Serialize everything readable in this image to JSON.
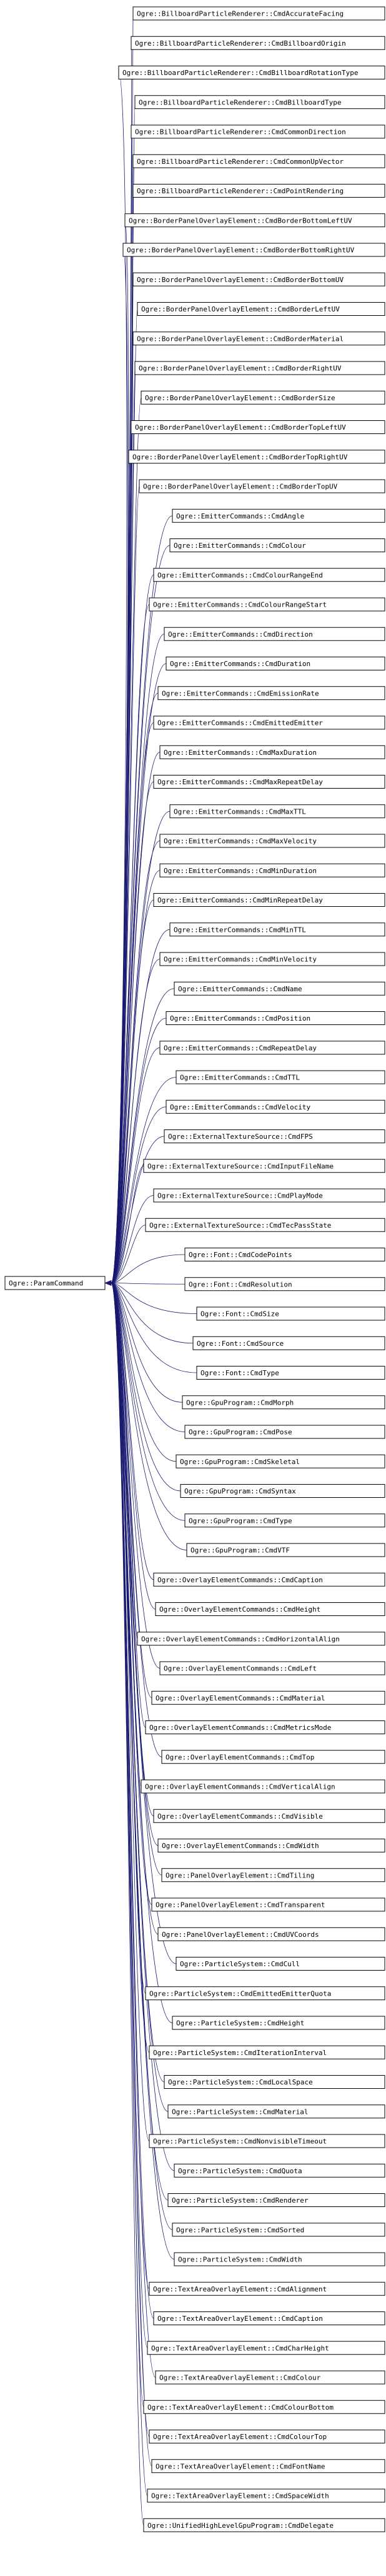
{
  "colors": {
    "edge": "#191970",
    "node_border": "#000000",
    "background": "#ffffff"
  },
  "root": {
    "label": "Ogre::ParamCommand"
  },
  "children": [
    "Ogre::BillboardParticleRenderer::CmdAccurateFacing",
    "Ogre::BillboardParticleRenderer::CmdBillboardOrigin",
    "Ogre::BillboardParticleRenderer::CmdBillboardRotationType",
    "Ogre::BillboardParticleRenderer::CmdBillboardType",
    "Ogre::BillboardParticleRenderer::CmdCommonDirection",
    "Ogre::BillboardParticleRenderer::CmdCommonUpVector",
    "Ogre::BillboardParticleRenderer::CmdPointRendering",
    "Ogre::BorderPanelOverlayElement::CmdBorderBottomLeftUV",
    "Ogre::BorderPanelOverlayElement::CmdBorderBottomRightUV",
    "Ogre::BorderPanelOverlayElement::CmdBorderBottomUV",
    "Ogre::BorderPanelOverlayElement::CmdBorderLeftUV",
    "Ogre::BorderPanelOverlayElement::CmdBorderMaterial",
    "Ogre::BorderPanelOverlayElement::CmdBorderRightUV",
    "Ogre::BorderPanelOverlayElement::CmdBorderSize",
    "Ogre::BorderPanelOverlayElement::CmdBorderTopLeftUV",
    "Ogre::BorderPanelOverlayElement::CmdBorderTopRightUV",
    "Ogre::BorderPanelOverlayElement::CmdBorderTopUV",
    "Ogre::EmitterCommands::CmdAngle",
    "Ogre::EmitterCommands::CmdColour",
    "Ogre::EmitterCommands::CmdColourRangeEnd",
    "Ogre::EmitterCommands::CmdColourRangeStart",
    "Ogre::EmitterCommands::CmdDirection",
    "Ogre::EmitterCommands::CmdDuration",
    "Ogre::EmitterCommands::CmdEmissionRate",
    "Ogre::EmitterCommands::CmdEmittedEmitter",
    "Ogre::EmitterCommands::CmdMaxDuration",
    "Ogre::EmitterCommands::CmdMaxRepeatDelay",
    "Ogre::EmitterCommands::CmdMaxTTL",
    "Ogre::EmitterCommands::CmdMaxVelocity",
    "Ogre::EmitterCommands::CmdMinDuration",
    "Ogre::EmitterCommands::CmdMinRepeatDelay",
    "Ogre::EmitterCommands::CmdMinTTL",
    "Ogre::EmitterCommands::CmdMinVelocity",
    "Ogre::EmitterCommands::CmdName",
    "Ogre::EmitterCommands::CmdPosition",
    "Ogre::EmitterCommands::CmdRepeatDelay",
    "Ogre::EmitterCommands::CmdTTL",
    "Ogre::EmitterCommands::CmdVelocity",
    "Ogre::ExternalTextureSource::CmdFPS",
    "Ogre::ExternalTextureSource::CmdInputFileName",
    "Ogre::ExternalTextureSource::CmdPlayMode",
    "Ogre::ExternalTextureSource::CmdTecPassState",
    "Ogre::Font::CmdCodePoints",
    "Ogre::Font::CmdResolution",
    "Ogre::Font::CmdSize",
    "Ogre::Font::CmdSource",
    "Ogre::Font::CmdType",
    "Ogre::GpuProgram::CmdMorph",
    "Ogre::GpuProgram::CmdPose",
    "Ogre::GpuProgram::CmdSkeletal",
    "Ogre::GpuProgram::CmdSyntax",
    "Ogre::GpuProgram::CmdType",
    "Ogre::GpuProgram::CmdVTF",
    "Ogre::OverlayElementCommands::CmdCaption",
    "Ogre::OverlayElementCommands::CmdHeight",
    "Ogre::OverlayElementCommands::CmdHorizontalAlign",
    "Ogre::OverlayElementCommands::CmdLeft",
    "Ogre::OverlayElementCommands::CmdMaterial",
    "Ogre::OverlayElementCommands::CmdMetricsMode",
    "Ogre::OverlayElementCommands::CmdTop",
    "Ogre::OverlayElementCommands::CmdVerticalAlign",
    "Ogre::OverlayElementCommands::CmdVisible",
    "Ogre::OverlayElementCommands::CmdWidth",
    "Ogre::PanelOverlayElement::CmdTiling",
    "Ogre::PanelOverlayElement::CmdTransparent",
    "Ogre::PanelOverlayElement::CmdUVCoords",
    "Ogre::ParticleSystem::CmdCull",
    "Ogre::ParticleSystem::CmdEmittedEmitterQuota",
    "Ogre::ParticleSystem::CmdHeight",
    "Ogre::ParticleSystem::CmdIterationInterval",
    "Ogre::ParticleSystem::CmdLocalSpace",
    "Ogre::ParticleSystem::CmdMaterial",
    "Ogre::ParticleSystem::CmdNonvisibleTimeout",
    "Ogre::ParticleSystem::CmdQuota",
    "Ogre::ParticleSystem::CmdRenderer",
    "Ogre::ParticleSystem::CmdSorted",
    "Ogre::ParticleSystem::CmdWidth",
    "Ogre::TextAreaOverlayElement::CmdAlignment",
    "Ogre::TextAreaOverlayElement::CmdCaption",
    "Ogre::TextAreaOverlayElement::CmdCharHeight",
    "Ogre::TextAreaOverlayElement::CmdColour",
    "Ogre::TextAreaOverlayElement::CmdColourBottom",
    "Ogre::TextAreaOverlayElement::CmdColourTop",
    "Ogre::TextAreaOverlayElement::CmdFontName",
    "Ogre::TextAreaOverlayElement::CmdSpaceWidth",
    "Ogre::UnifiedHighLevelGpuProgram::CmdDelegate"
  ]
}
